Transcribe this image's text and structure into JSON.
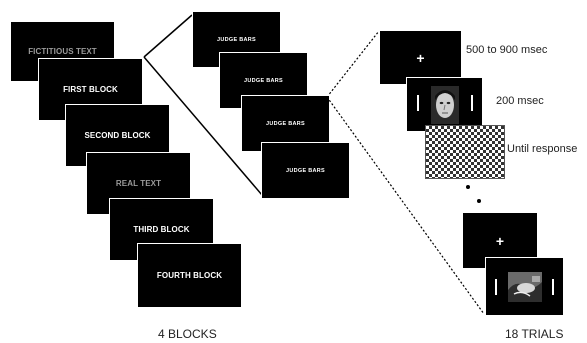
{
  "blocks": {
    "screens": [
      {
        "label": "FICTITIOUS TEXT",
        "style": "dim"
      },
      {
        "label": "FIRST BLOCK",
        "style": "bright"
      },
      {
        "label": "SECOND BLOCK",
        "style": "bright"
      },
      {
        "label": "REAL TEXT",
        "style": "dim"
      },
      {
        "label": "THIRD BLOCK",
        "style": "bright"
      },
      {
        "label": "FOURTH BLOCK",
        "style": "bright"
      }
    ],
    "caption": "4 BLOCKS"
  },
  "judge": {
    "labels": [
      "JUDGE BARS",
      "JUDGE BARS",
      "JUDGE BARS",
      "JUDGE BARS"
    ]
  },
  "trials": {
    "fixation_symbol": "+",
    "timings": [
      "500 to 900 msec",
      "200 msec",
      "Until response"
    ],
    "caption": "18 TRIALS"
  },
  "colors": {
    "screen_bg": "#000000",
    "dim_text": "#9a9a9a",
    "bright_text": "#ffffff"
  }
}
